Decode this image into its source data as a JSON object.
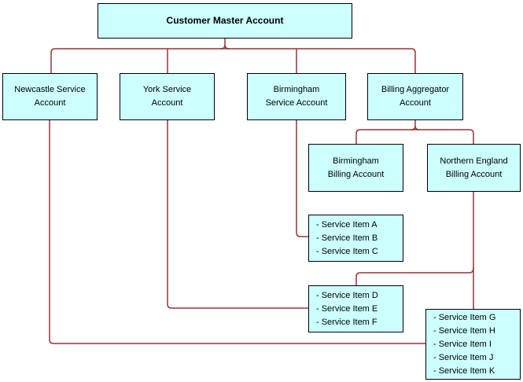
{
  "colors": {
    "box_fill": "#CCFFFF",
    "box_border": "#000000",
    "connector": "#993333",
    "text": "#000000",
    "background": "#FFFFFF"
  },
  "nodes": {
    "master": {
      "line1": "Customer Master Account"
    },
    "newcastle": {
      "line1": "Newcastle Service",
      "line2": "Account"
    },
    "york": {
      "line1": "York Service",
      "line2": "Account"
    },
    "birmingham_service": {
      "line1": "Birmingham",
      "line2": "Service Account"
    },
    "billing_aggregator": {
      "line1": "Billing Aggregator",
      "line2": "Account"
    },
    "birmingham_billing": {
      "line1": "Birmingham",
      "line2": "Billing Account"
    },
    "northern_england_billing": {
      "line1": "Northern England",
      "line2": "Billing Account"
    },
    "items_abc": {
      "items": [
        "- Service Item A",
        "- Service Item B",
        "- Service Item C"
      ]
    },
    "items_def": {
      "items": [
        "- Service Item D",
        "- Service Item E",
        "- Service Item F"
      ]
    },
    "items_ghk": {
      "items": [
        "- Service Item G",
        "- Service Item H",
        "- Service Item I",
        "- Service Item J",
        "- Service Item K"
      ]
    }
  },
  "edges": [
    {
      "from": "customer-master-account",
      "to": "newcastle-service-account"
    },
    {
      "from": "customer-master-account",
      "to": "york-service-account"
    },
    {
      "from": "customer-master-account",
      "to": "birmingham-service-account"
    },
    {
      "from": "customer-master-account",
      "to": "billing-aggregator-account"
    },
    {
      "from": "billing-aggregator-account",
      "to": "birmingham-billing-account"
    },
    {
      "from": "billing-aggregator-account",
      "to": "northern-england-billing-account"
    },
    {
      "from": "birmingham-service-account",
      "to": "service-items-abc"
    },
    {
      "from": "york-service-account",
      "to": "service-items-def"
    },
    {
      "from": "newcastle-service-account",
      "to": "service-items-ghk"
    },
    {
      "from": "northern-england-billing-account",
      "to": "service-items-def"
    },
    {
      "from": "northern-england-billing-account",
      "to": "service-items-ghk"
    }
  ]
}
